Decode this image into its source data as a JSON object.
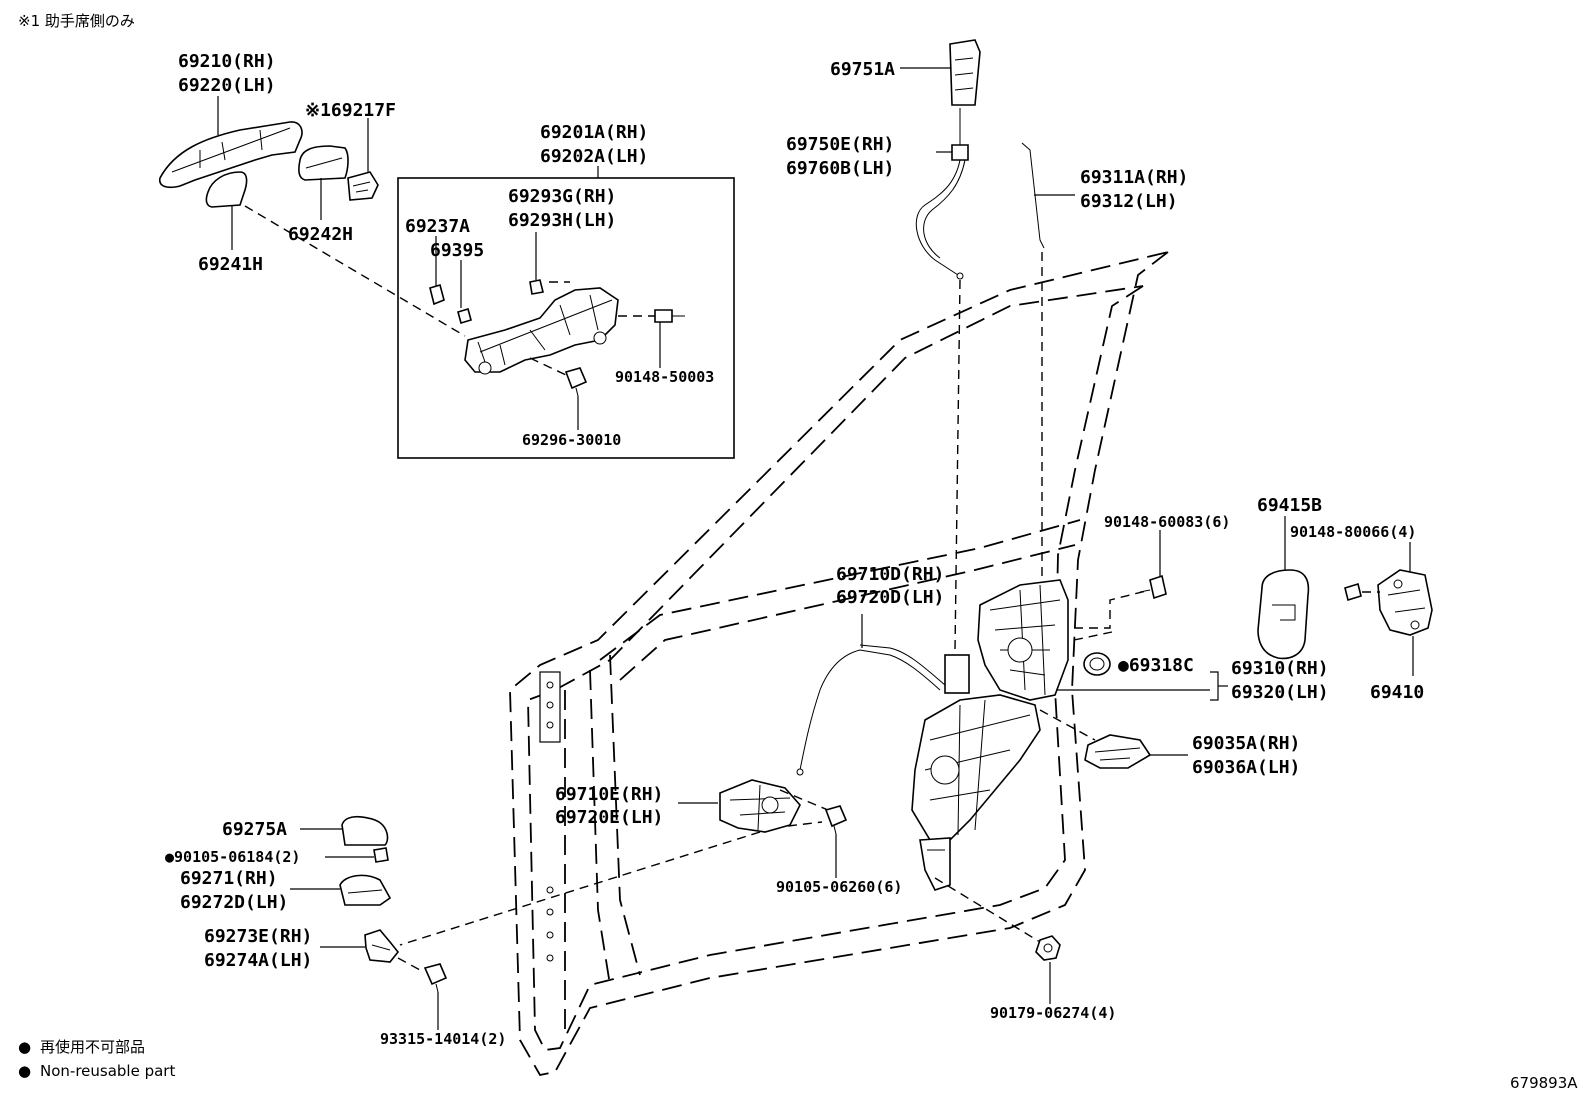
{
  "header_note": "※1 助手席側のみ",
  "figure_id": "679893A",
  "legend": {
    "bullet": "●",
    "line_jp": "再使用不可部品",
    "line_en": "Non-reusable part"
  },
  "labels": {
    "p69210": "69210(RH)",
    "p69220": "69220(LH)",
    "p69217f": "※169217F",
    "p69242h": "69242H",
    "p69241h": "69241H",
    "p69201a": "69201A(RH)",
    "p69202a": "69202A(LH)",
    "p69293g": "69293G(RH)",
    "p69293h": "69293H(LH)",
    "p69237a": "69237A",
    "p69395": "69395",
    "p90148_50003": "90148-50003",
    "p69296": "69296-30010",
    "p69751a": "69751A",
    "p69750e": "69750E(RH)",
    "p69760b": "69760B(LH)",
    "p69311a": "69311A(RH)",
    "p69312": "69312(LH)",
    "p90148_60083": "90148-60083(6)",
    "p69415b": "69415B",
    "p90148_80066": "90148-80066(4)",
    "p69410": "69410",
    "p69710d": "69710D(RH)",
    "p69720d": "69720D(LH)",
    "p69318c": "●69318C",
    "p69310": "69310(RH)",
    "p69320": "69320(LH)",
    "p69035a": "69035A(RH)",
    "p69036a": "69036A(LH)",
    "p69710e": "69710E(RH)",
    "p69720e": "69720E(LH)",
    "p90105_06260": "90105-06260(6)",
    "p69275a": "69275A",
    "p90105_06184": "●90105-06184(2)",
    "p69271": "69271(RH)",
    "p69272d": "69272D(LH)",
    "p69273e": "69273E(RH)",
    "p69274a": "69274A(LH)",
    "p93315": "93315-14014(2)",
    "p90179": "90179-06274(4)"
  }
}
